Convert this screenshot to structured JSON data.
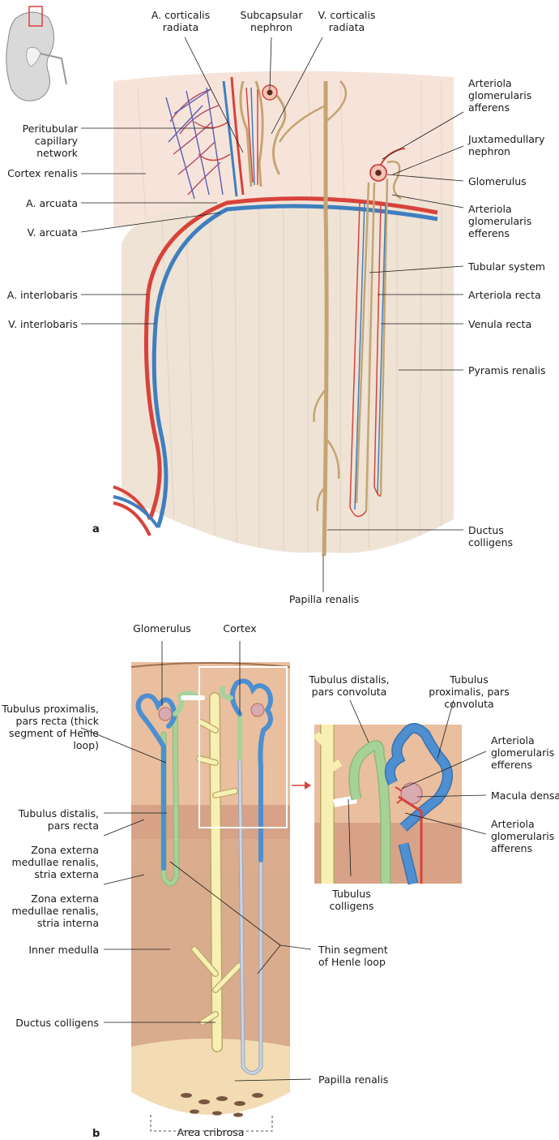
{
  "panel_a": {
    "letter": "a",
    "labels_top": {
      "a_corticalis": "A. corticalis radiata",
      "subcapsular": "Subcapsular nephron",
      "v_corticalis": "V. corticalis radiata"
    },
    "labels_left": {
      "peritubular": "Peritubular capillary network",
      "cortex": "Cortex renalis",
      "a_arcuata": "A. arcuata",
      "v_arcuata": "V. arcuata",
      "a_interlobaris": "A. interlobaris",
      "v_interlobaris": "V. interlobaris"
    },
    "labels_right": {
      "art_afferens": "Arteriola glomerularis afferens",
      "juxta": "Juxtamedullary nephron",
      "glomerulus": "Glomerulus",
      "art_efferens": "Arteriola glomerularis efferens",
      "tubular": "Tubular system",
      "art_recta": "Arteriola recta",
      "ven_recta": "Venula recta",
      "pyramis": "Pyramis renalis",
      "ductus": "Ductus colligens"
    },
    "label_bottom": "Papilla renalis"
  },
  "panel_b": {
    "letter": "b",
    "labels_top": {
      "glomerulus": "Glomerulus",
      "cortex": "Cortex"
    },
    "labels_left": {
      "tub_prox_recta": "Tubulus proximalis, pars recta (thick segment of Henle loop)",
      "tub_dist_recta": "Tubulus distalis, pars recta",
      "zona_ext_externa": "Zona externa medullae renalis, stria externa",
      "zona_ext_interna": "Zona externa medullae renalis, stria interna",
      "inner_medulla": "Inner medulla",
      "ductus": "Ductus colligens"
    },
    "labels_right": {
      "thin_segment": "Thin segment of Henle loop",
      "papilla": "Papilla renalis"
    },
    "label_bottom": "Area cribrosa",
    "inset": {
      "tub_dist_conv": "Tubulus distalis, pars convoluta",
      "tub_prox_conv": "Tubulus proximalis, pars convoluta",
      "art_efferens": "Arteriola glomerularis efferens",
      "macula": "Macula densa",
      "art_afferens": "Arteriola glomerularis afferens",
      "colligens": "Tubulus colligens"
    }
  },
  "colors": {
    "artery": "#d8423a",
    "vein": "#3f7fbf",
    "duct": "#c4a572",
    "cortex_bg": "#f6e4da",
    "pyramid_bg": "#efe3d6",
    "b_cortex": "#e9bf9f",
    "b_outer": "#d7a287",
    "b_inner": "#d9ac8e",
    "proximal": "#4d8fd0",
    "distal": "#a6d29a",
    "collecting": "#f8f0b2"
  }
}
